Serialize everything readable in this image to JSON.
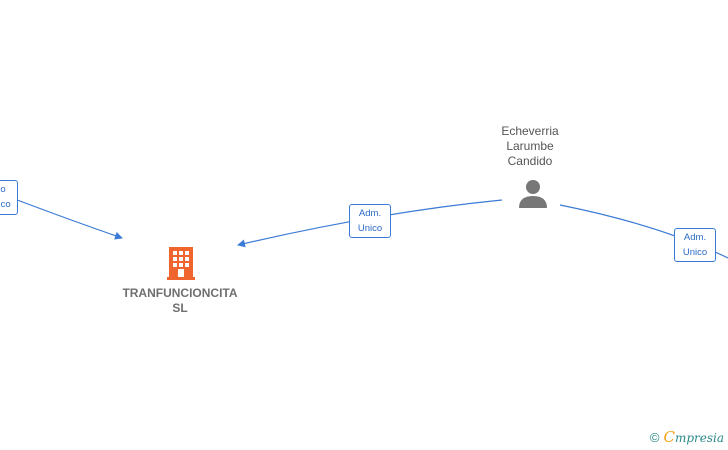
{
  "company": {
    "name_line1": "TRANFUNCIONCITA",
    "name_line2": "SL",
    "icon": "building-icon",
    "color": "#f0642d"
  },
  "person": {
    "name_line1": "Echeverria",
    "name_line2": "Larumbe",
    "name_line3": "Candido",
    "icon": "person-icon",
    "color": "#777777"
  },
  "edges": [
    {
      "line1": "...io",
      "line2": "...nico"
    },
    {
      "line1": "Adm.",
      "line2": "Unico"
    },
    {
      "line1": "Adm.",
      "line2": "Unico"
    }
  ],
  "footer": {
    "copyright": "©",
    "brand_initial": "C",
    "brand_rest": "mpresia"
  },
  "colors": {
    "edge": "#3a7bd5",
    "accent": "#f0642d"
  }
}
